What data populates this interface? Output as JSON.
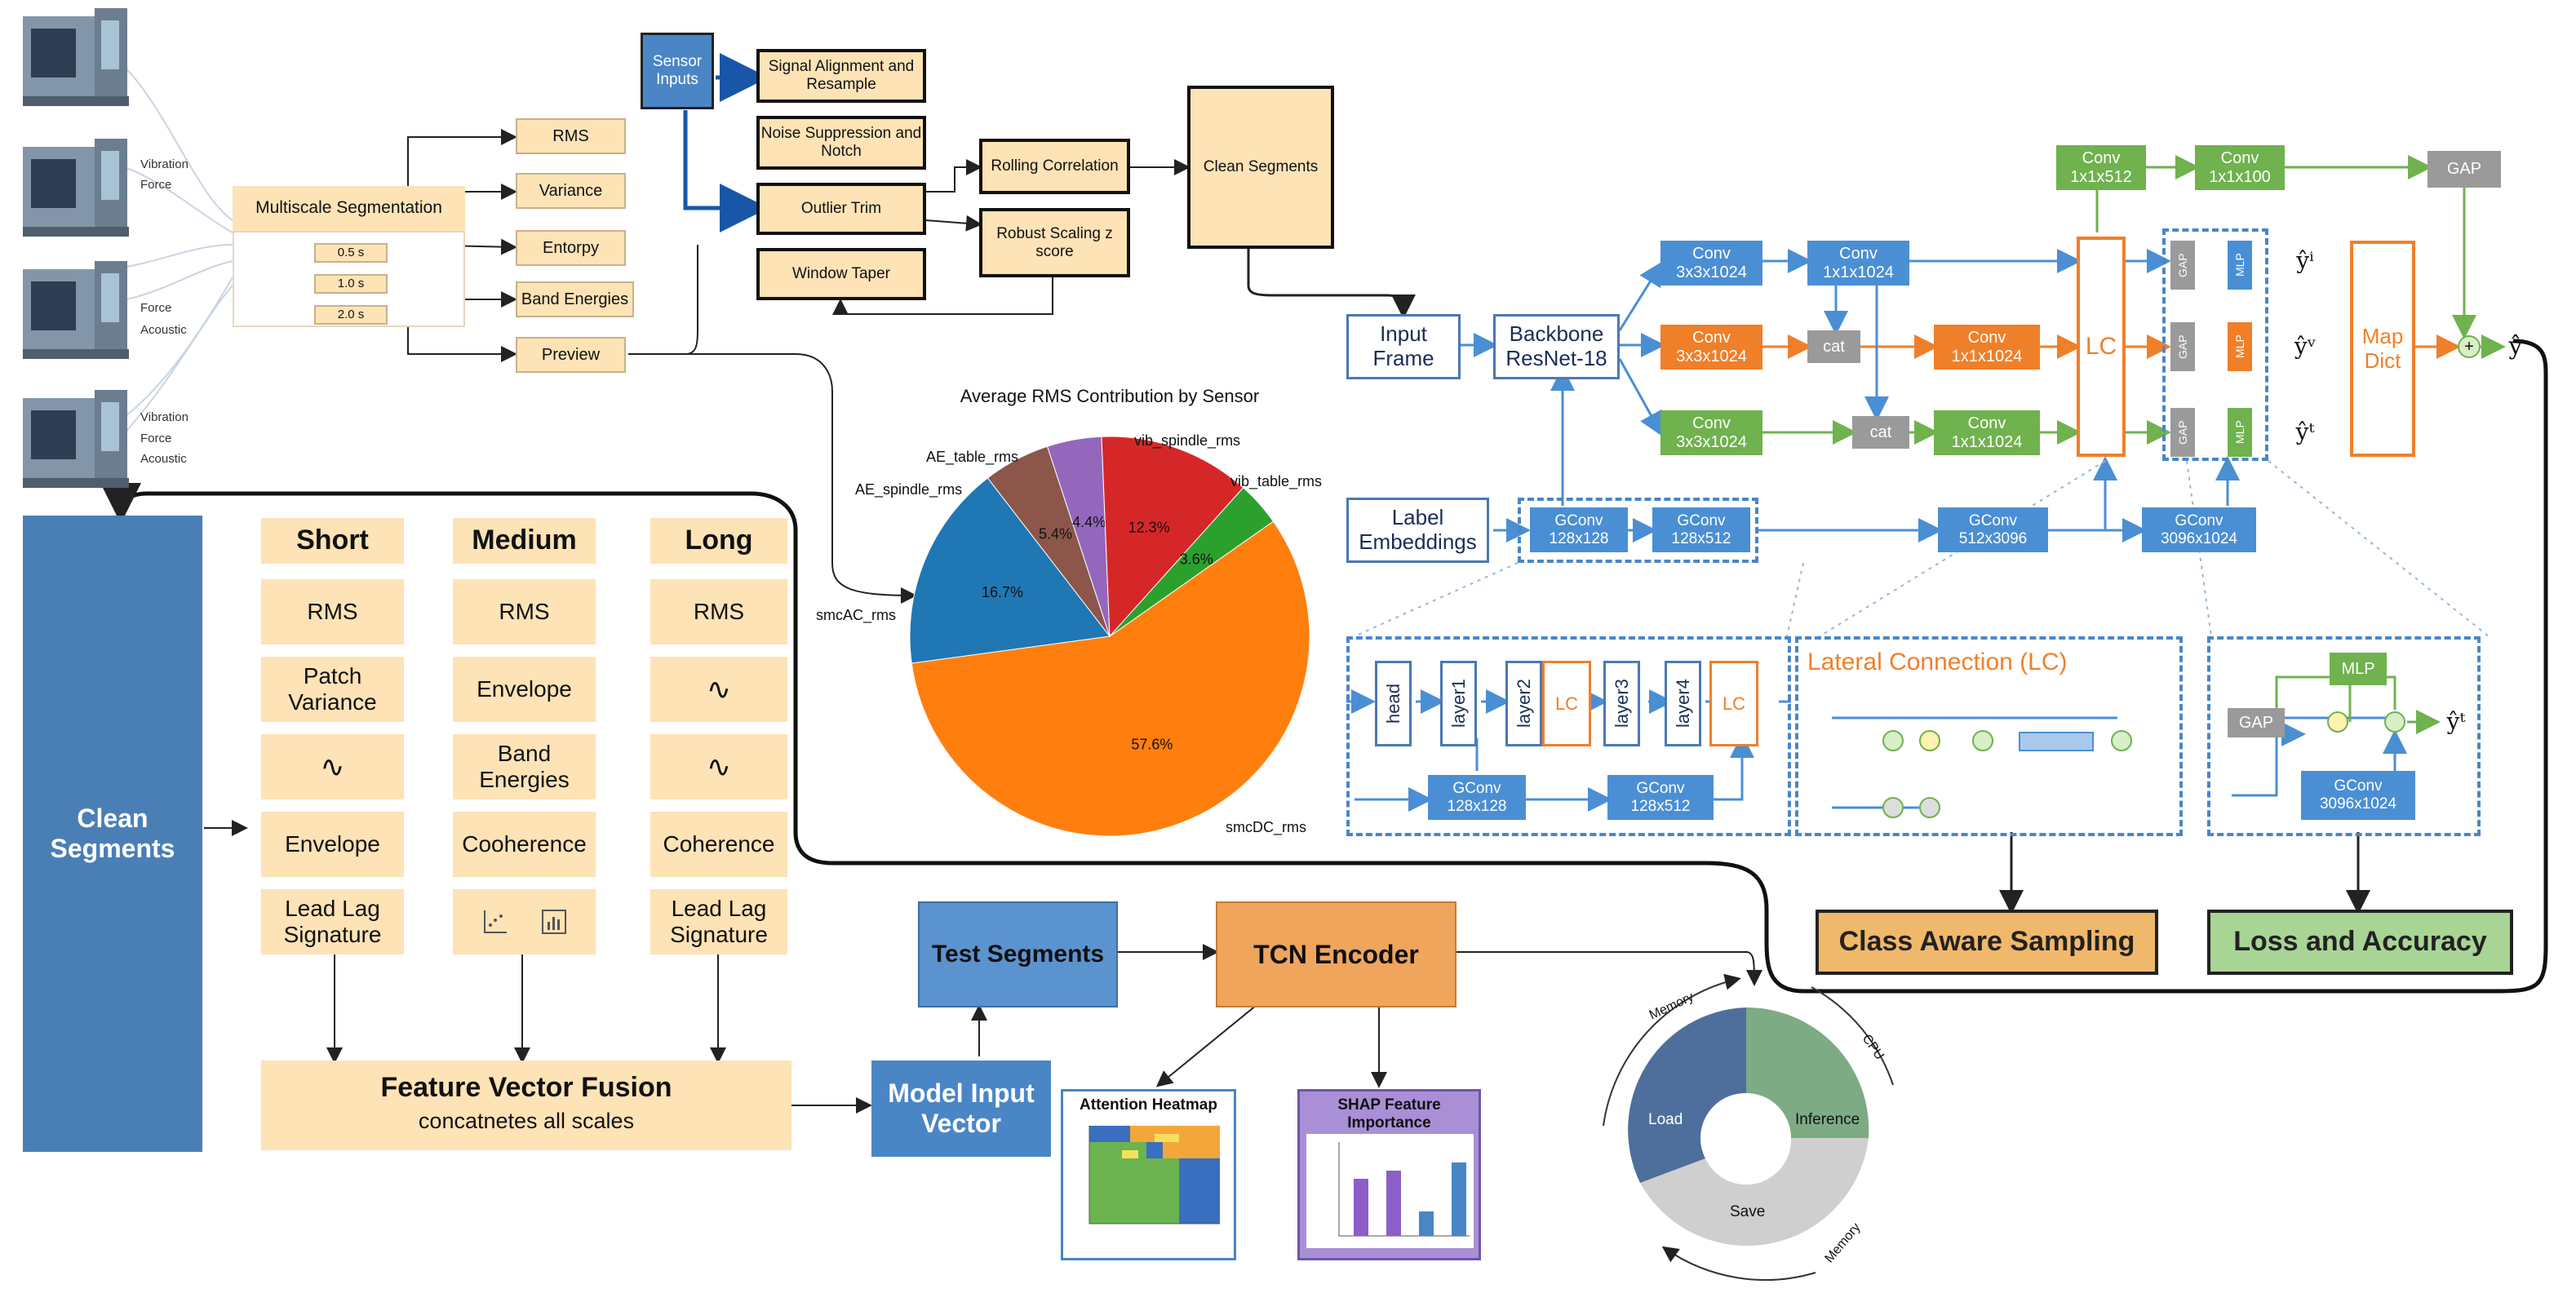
{
  "machines": {
    "labels": [
      {
        "id": "m1_vibration",
        "text": "Vibration"
      },
      {
        "id": "m1_force",
        "text": "Force"
      },
      {
        "id": "m2_force",
        "text": "Force"
      },
      {
        "id": "m2_acoustic",
        "text": "Acoustic"
      },
      {
        "id": "m3_vibration",
        "text": "Vibration"
      },
      {
        "id": "m3_force",
        "text": "Force"
      },
      {
        "id": "m3_acoustic",
        "text": "Acoustic"
      }
    ]
  },
  "segmentation": {
    "title": "Multiscale Segmentation",
    "scales": [
      "0.5 s",
      "1.0 s",
      "2.0 s"
    ],
    "outputs": [
      "RMS",
      "Variance",
      "Entorpy",
      "Band Energies",
      "Preview"
    ]
  },
  "preprocess": {
    "sensor_inputs": "Sensor Inputs",
    "steps": [
      "Signal Alignment and Resample",
      "Noise Suppression and Notch",
      "Outlier Trim",
      "Window Taper"
    ],
    "rolling": "Rolling Correlation",
    "robust": "Robust Scaling z score",
    "clean": "Clean Segments"
  },
  "pie": {
    "title": "Average RMS Contribution by Sensor",
    "labels": [
      "smcDC_rms",
      "smcAC_rms",
      "AE_spindle_rms",
      "AE_table_rms",
      "vib_spindle_rms",
      "vib_table_rms"
    ]
  },
  "chart_data": {
    "type": "pie",
    "title": "Average RMS Contribution by Sensor",
    "categories": [
      "smcDC_rms",
      "smcAC_rms",
      "AE_spindle_rms",
      "AE_table_rms",
      "vib_spindle_rms",
      "vib_table_rms"
    ],
    "values": [
      57.6,
      16.7,
      5.4,
      4.4,
      12.3,
      3.6
    ],
    "value_labels": [
      "57.6%",
      "16.7%",
      "5.4%",
      "4.4%",
      "12.3%",
      "3.6%"
    ],
    "colors": [
      "#ff7f0e",
      "#1f77b4",
      "#8c564b",
      "#9467bd",
      "#d62728",
      "#2ca02c"
    ]
  },
  "network": {
    "input_frame": "Input Frame",
    "backbone": "Backbone ResNet-18",
    "label_embeddings": "Label Embeddings",
    "conv_3x3_1024": "Conv 3x3x1024",
    "conv_1x1_1024": "Conv 1x1x1024",
    "cat": "cat",
    "conv_1x1_512": "Conv 1x1x512",
    "conv_1x1_100": "Conv 1x1x100",
    "gap": "GAP",
    "mlp": "MLP",
    "lc": "LC",
    "map_dict": "Map Dict",
    "gconv_128x128": "GConv 128x128",
    "gconv_128x512": "GConv 128x512",
    "gconv_512x3096": "GConv 512x3096",
    "gconv_3096x1024": "GConv 3096x1024",
    "y_hat": "ŷ",
    "y_i": "ŷⁱ",
    "y_v": "ŷᵛ",
    "y_t": "ŷᵗ",
    "plus": "+",
    "head": "head",
    "layer1": "layer1",
    "layer2": "layer2",
    "layer3": "layer3",
    "layer4": "layer4",
    "lc_title": "Lateral Connection (LC)",
    "class_aware": "Class Aware Sampling",
    "loss_accuracy": "Loss and Accuracy"
  },
  "features": {
    "clean_segments": "Clean Segments",
    "columns": [
      {
        "header": "Short",
        "items": [
          "RMS",
          "Patch Variance",
          "",
          "Envelope",
          "Lead Lag Signature"
        ]
      },
      {
        "header": "Medium",
        "items": [
          "RMS",
          "Envelope",
          "Band Energies",
          "Cooherence",
          ""
        ]
      },
      {
        "header": "Long",
        "items": [
          "RMS",
          "",
          "",
          "Coherence",
          "Lead Lag Signature"
        ]
      }
    ],
    "fusion_title": "Feature Vector Fusion",
    "fusion_sub": "concatnetes all scales"
  },
  "model": {
    "input_vector": "Model Input Vector",
    "test_segments": "Test Segments",
    "tcn": "TCN Encoder",
    "attention": "Attention Heatmap",
    "shap": "SHAP Feature Importance"
  },
  "cycle": {
    "load": "Load",
    "inference": "Inference",
    "save": "Save",
    "memory_top": "Memory",
    "cpu": "CPU",
    "memory_bottom": "Memory"
  }
}
